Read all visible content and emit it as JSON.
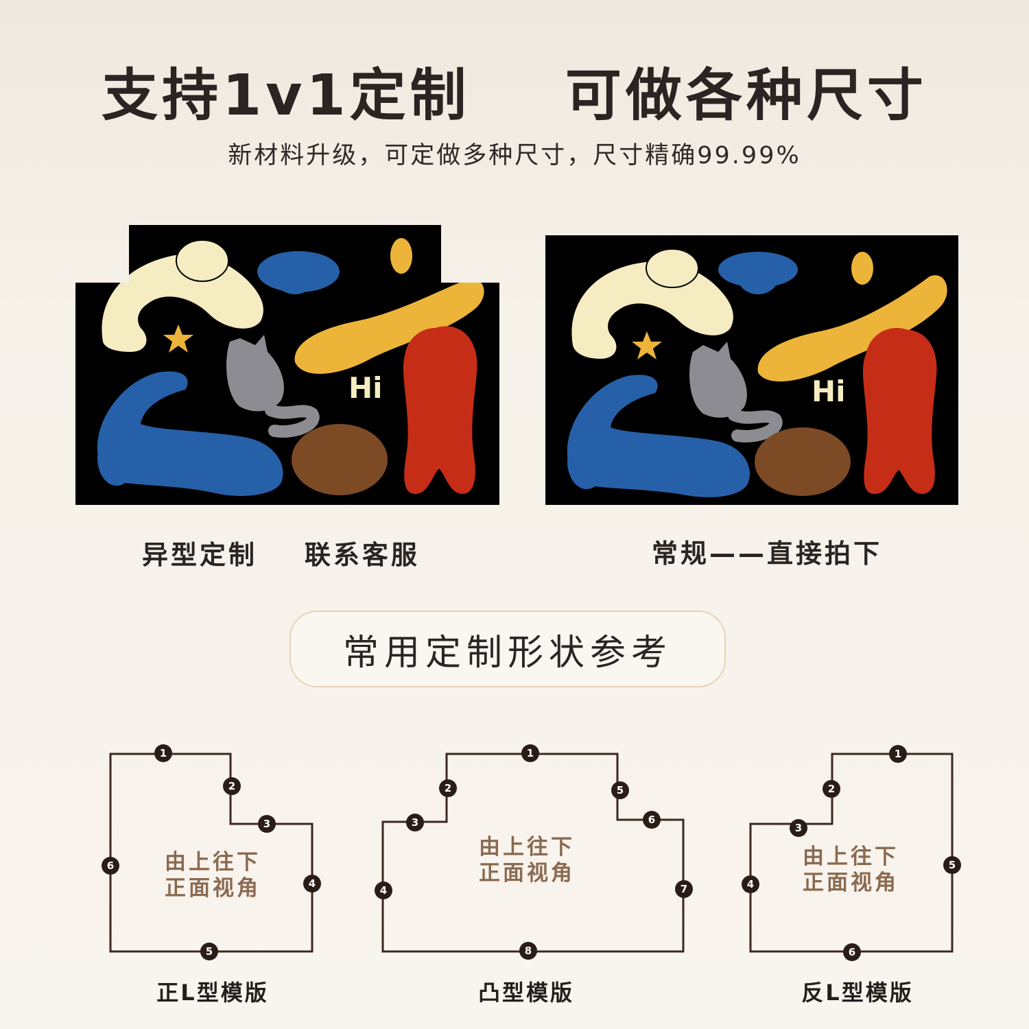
{
  "header": {
    "title": "支持1v1定制    可做各种尺寸",
    "subtitle": "新材料升级，可定做多种尺寸，尺寸精确99.99%"
  },
  "mats": {
    "custom_caption": "异型定制    联系客服",
    "regular_caption": "常规——直接拍下",
    "artwork_text": "Hi"
  },
  "section": {
    "title": "常用定制形状参考"
  },
  "shapes": [
    {
      "label": "正L型模版",
      "view_text_1": "由上往下",
      "view_text_2": "正面视角",
      "markers": [
        "1",
        "2",
        "3",
        "4",
        "5",
        "6"
      ]
    },
    {
      "label": "凸型模版",
      "view_text_1": "由上往下",
      "view_text_2": "正面视角",
      "markers": [
        "1",
        "2",
        "3",
        "4",
        "5",
        "6",
        "7",
        "8"
      ]
    },
    {
      "label": "反L型模版",
      "view_text_1": "由上往下",
      "view_text_2": "正面视角",
      "markers": [
        "1",
        "2",
        "3",
        "4",
        "5",
        "6"
      ]
    }
  ],
  "colors": {
    "mat_background": "#000000",
    "cream": "#f5ecc2",
    "blue": "#2660a8",
    "yellow": "#edb43a",
    "gray": "#8d8c92",
    "red": "#c62d17",
    "brown": "#7c4a25",
    "shape_line": "#3b2820",
    "view_text": "#8a6a50"
  }
}
